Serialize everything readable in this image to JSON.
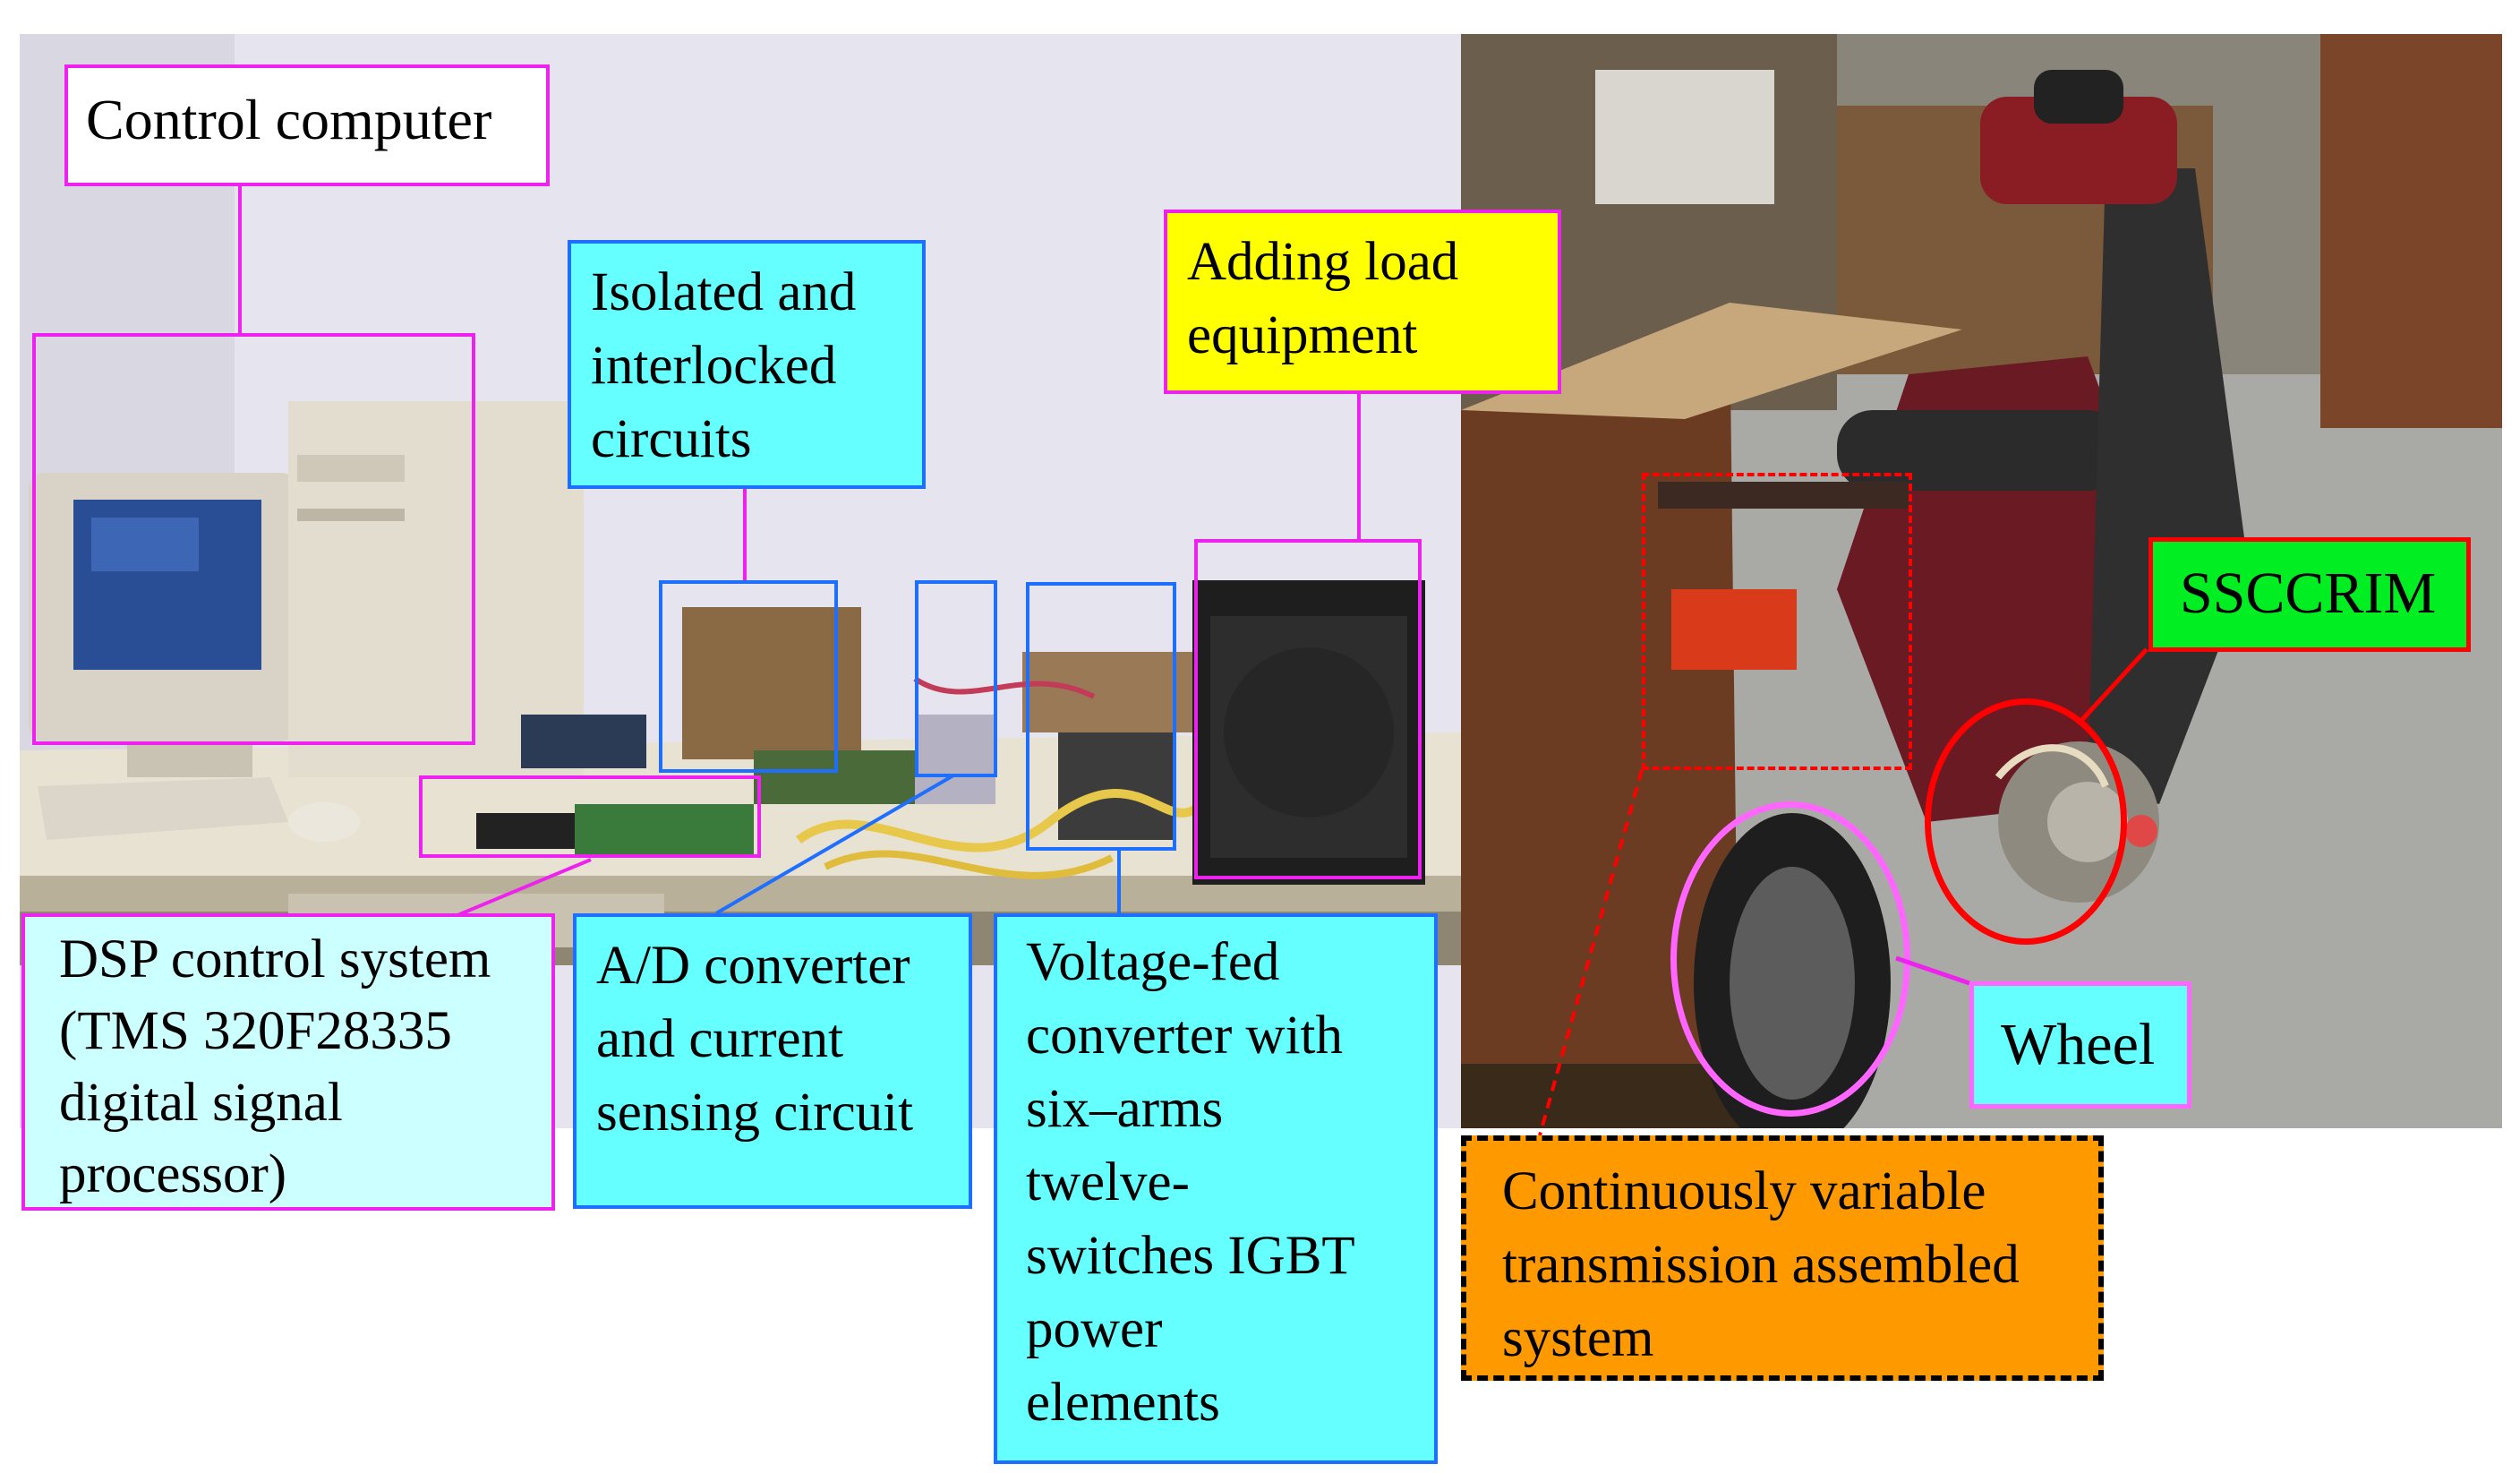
{
  "labels": {
    "control_computer": "Control computer",
    "isolated_interlocked": "Isolated and\ninterlocked\ncircuits",
    "adding_load": "Adding  load\nequipment",
    "sscrim": "SSCCRIM",
    "dsp_system": "DSP control system\n(TMS 320F28335\n digital signal\nprocessor)",
    "ad_converter": "A/D converter\nand current\nsensing circuit",
    "voltage_fed": "Voltage-fed\nconverter with\nsix–arms\ntwelve-\nswitches IGBT\npower\nelements",
    "wheel": "Wheel",
    "cvt_system": "Continuously variable\ntransmission assembled\nsystem"
  },
  "colors": {
    "magenta": "#ee22ee",
    "blue": "#1f6fff",
    "cyan_fill": "#66ffff",
    "light_cyan_fill": "#ccffff",
    "yellow_fill": "#ffff00",
    "green_fill": "#00ee22",
    "orange_fill": "#ff9900",
    "red": "#ff0000",
    "pink": "#ff66ff"
  }
}
